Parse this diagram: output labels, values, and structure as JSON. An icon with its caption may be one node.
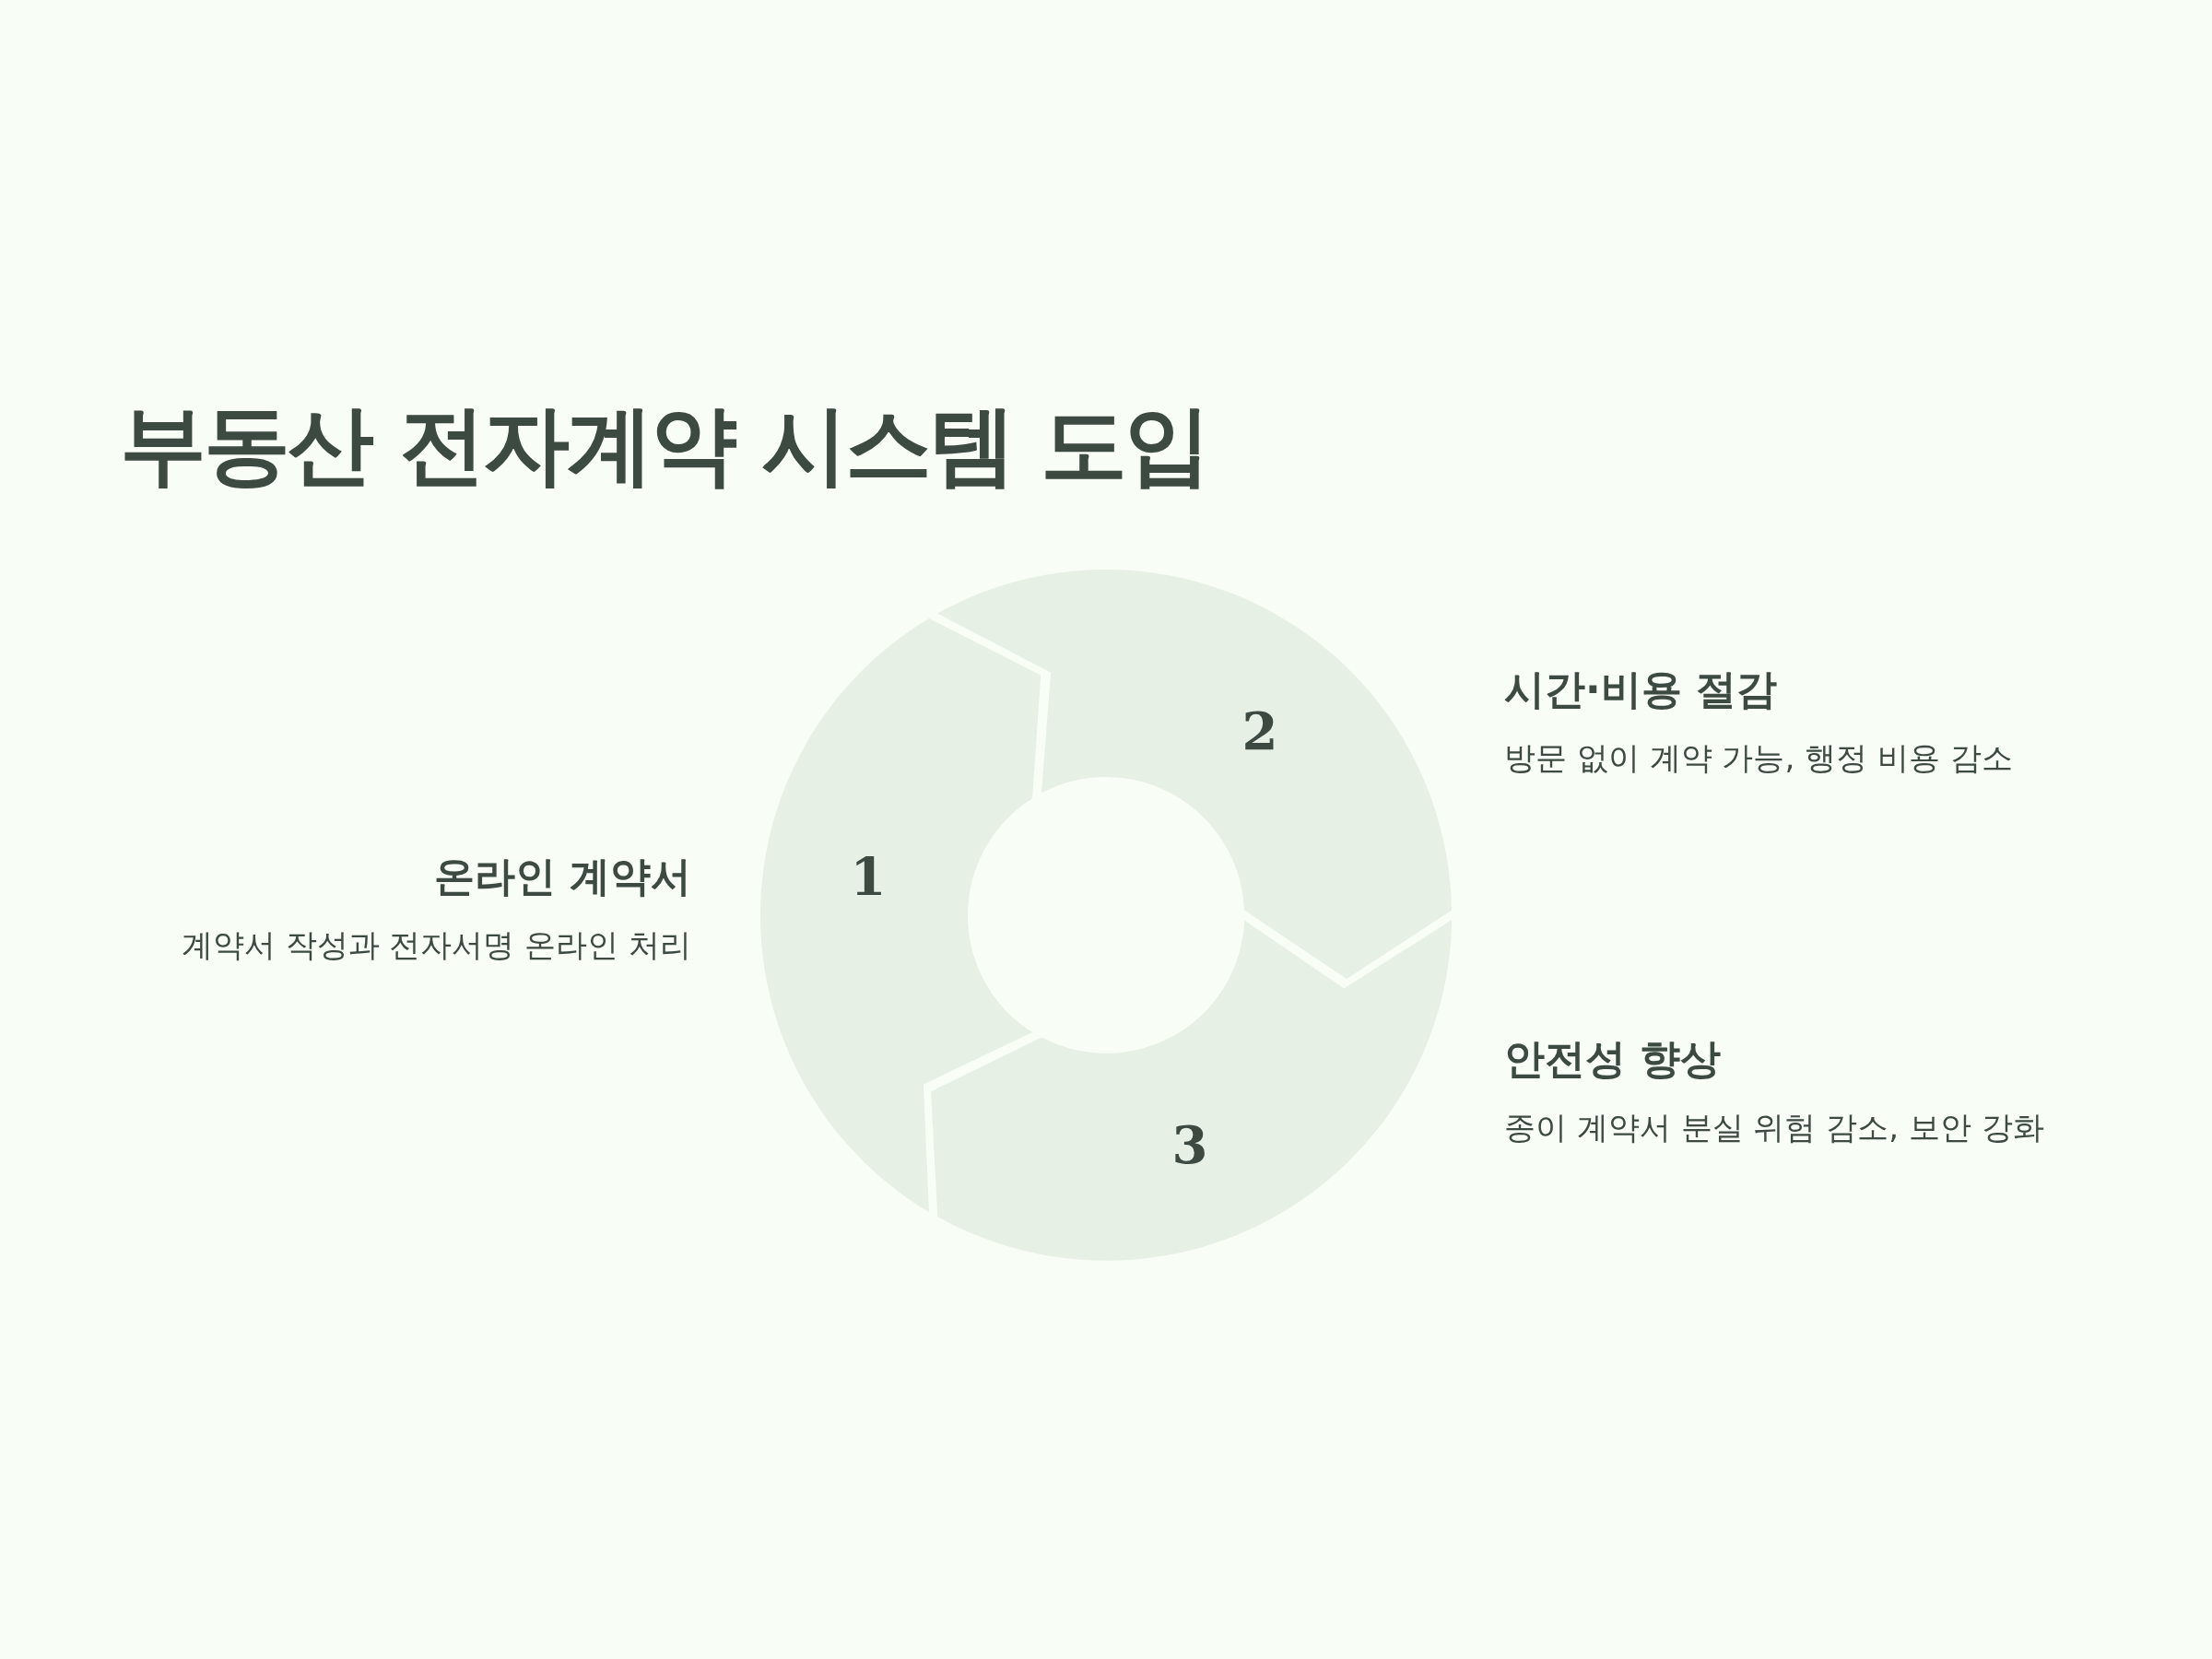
{
  "diagram": {
    "title": "부동산 전자계약 시스템 도입",
    "nodes": [
      {
        "text": [
          "1"
        ],
        "beside": [
          "온라인 계약서",
          "계약서 작성과 전자서명 온라인 처리"
        ]
      },
      {
        "text": [
          "2"
        ],
        "beside": [
          "시간·비용 절감",
          "방문 없이 계약 가능, 행정 비용 감소"
        ]
      },
      {
        "text": [
          "3"
        ],
        "beside": [
          "안전성 향상",
          "종이 계약서 분실 위험 감소, 보안 강화"
        ]
      }
    ]
  }
}
